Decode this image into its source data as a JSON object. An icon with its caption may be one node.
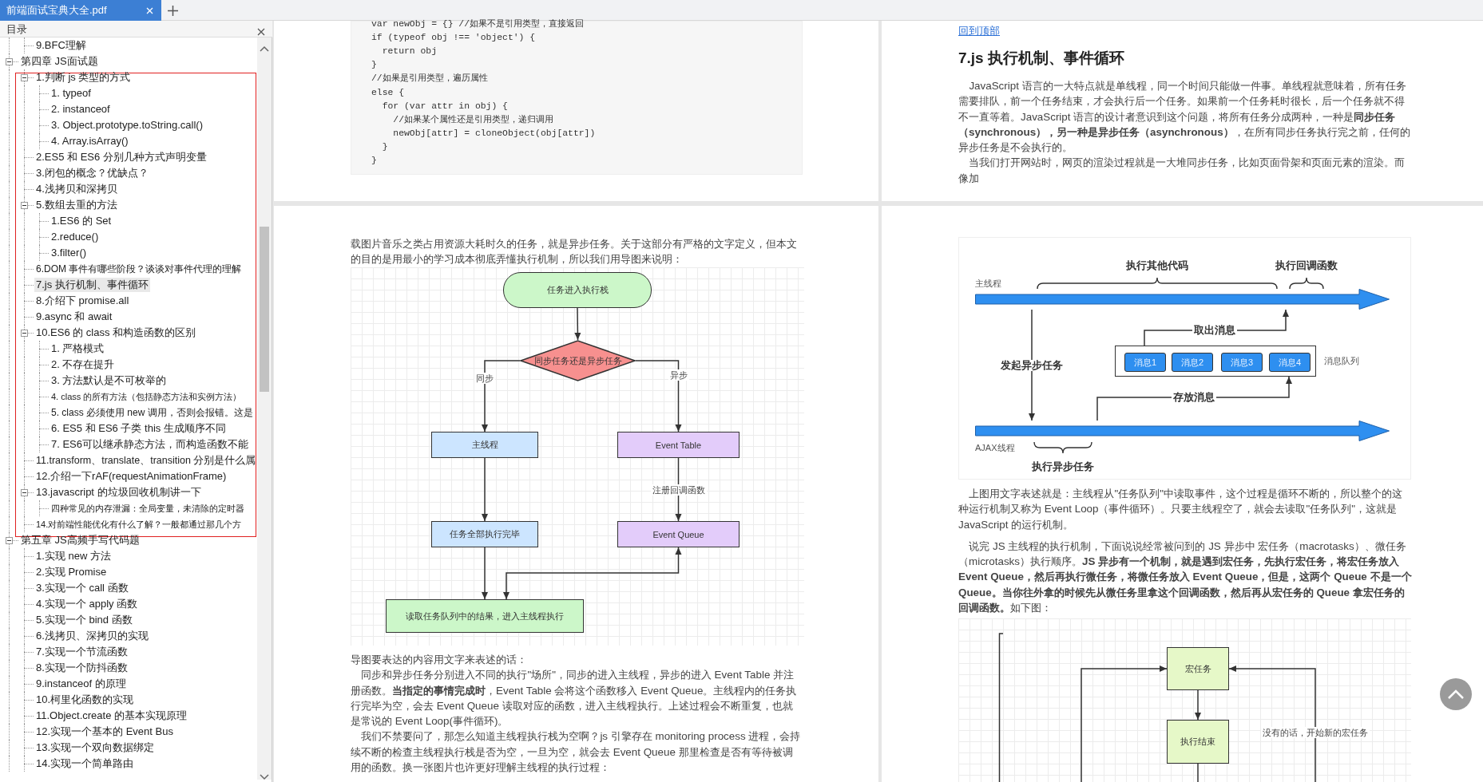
{
  "diagram": {
    "nodes": [
      {
        "text": [
          "任务进入执行栈"
        ]
      },
      {
        "text": [
          "同步任务还是异步任务"
        ]
      },
      {
        "text": [
          "主线程"
        ]
      },
      {
        "text": [
          "Event Table"
        ]
      },
      {
        "text": [
          "任务全部执行完毕"
        ]
      },
      {
        "text": [
          "Event Queue"
        ]
      },
      {
        "text": [
          "读取任务队列中的结果，进入主线程执行"
        ]
      },
      {
        "text": [],
        "shape": "arrow",
        "beside": [
          "主线程"
        ]
      },
      {
        "text": [],
        "shape": "arrow",
        "beside": [
          "AJAX线程"
        ]
      },
      {
        "text": [],
        "shape": "box",
        "beside": [
          "消息队列"
        ]
      },
      {
        "text": [
          "消息1"
        ],
        "in": 9
      },
      {
        "text": [
          "消息2"
        ],
        "in": 9
      },
      {
        "text": [
          "消息3"
        ],
        "in": 9
      },
      {
        "text": [
          "消息4"
        ],
        "in": 9
      },
      {
        "text": [
          "宏任务"
        ]
      },
      {
        "text": [
          "执行结束"
        ]
      }
    ],
    "edges": [
      {
        "from": 0,
        "to": 1,
        "arrow": "to"
      },
      {
        "from": 1,
        "to": 2,
        "arrow": "to",
        "label": "同步"
      },
      {
        "from": 1,
        "to": 3,
        "arrow": "to",
        "label": "异步"
      },
      {
        "from": 2,
        "to": 4,
        "arrow": "to"
      },
      {
        "from": 3,
        "to": 5,
        "arrow": "to",
        "label": "注册回调函数"
      },
      {
        "from": 4,
        "to": 6,
        "arrow": "to"
      },
      {
        "from": 5,
        "to": 6,
        "arrow": "both"
      },
      {
        "from": 7,
        "to": 8,
        "arrow": "to",
        "label": "发起异步任务"
      },
      {
        "from": 8,
        "to": 9,
        "arrow": "to",
        "label": "存放消息"
      },
      {
        "from": 10,
        "to": 7,
        "arrow": "to",
        "label": "取出消息"
      },
      {
        "from": null,
        "to": 14,
        "arrow": "to"
      },
      {
        "from": null,
        "to": 14,
        "arrow": "to",
        "label": "没有的话，开始新的宏任务"
      },
      {
        "from": 14,
        "to": 15,
        "arrow": "to"
      },
      {
        "from": 15,
        "to": null,
        "arrow": "none"
      }
    ],
    "labels": [
      "前端面试宝典大全.pdf",
      "目录",
      "9.BFC理解",
      "第四章 JS面试题",
      "1.判断 js 类型的方式",
      "1. typeof",
      "2. instanceof",
      "3. Object.prototype.toString.call()",
      "4. Array.isArray()",
      "2.ES5 和 ES6 分别几种方式声明变量",
      "3.闭包的概念？优缺点？",
      "4.浅拷贝和深拷贝",
      "5.数组去重的方法",
      "1.ES6 的 Set",
      "2.reduce()",
      "3.filter()",
      "6.DOM 事件有哪些阶段？谈谈对事件代理的理解",
      "7.js 执行机制、事件循环",
      "8.介绍下 promise.all",
      "9.async 和 await",
      "10.ES6 的 class 和构造函数的区别",
      "1. 严格模式",
      "2. 不存在提升",
      "3. 方法默认是不可枚举的",
      "4. class 的所有方法（包括静态方法和实例方法）",
      "5. class 必须使用 new 调用，否则会报错。这是",
      "6. ES5 和 ES6 子类 this 生成顺序不同",
      "7. ES6可以继承静态方法，而构造函数不能",
      "11.transform、translate、transition 分别是什么属",
      "12.介绍一下rAF(requestAnimationFrame)",
      "13.javascript 的垃圾回收机制讲一下",
      "四种常见的内存泄漏：全局变量，未清除的定时器",
      "14.对前端性能优化有什么了解？一般都通过那几个方",
      "第五章 JS高频手写代码题",
      "1.实现 new 方法",
      "2.实现 Promise",
      "3.实现一个 call 函数",
      "4.实现一个 apply 函数",
      "5.实现一个 bind 函数",
      "6.浅拷贝、深拷贝的实现",
      "7.实现一个节流函数",
      "8.实现一个防抖函数",
      "9.instanceof 的原理",
      "10.柯里化函数的实现",
      "11.Object.create 的基本实现原理",
      "12.实现一个基本的 Event Bus",
      "13.实现一个双向数据绑定",
      "14.实现一个简单路由",
      "var newObj = {} //如果不是引用类型，直接返回",
      "if (typeof obj !== 'object') {",
      "return obj",
      "}",
      "//如果是引用类型，遍历属性",
      "else {",
      "for (var attr in obj) {",
      "//如果某个属性还是引用类型，递归调用",
      "newObj[attr] = cloneObject(obj[attr])",
      "}",
      "}",
      "载图片音乐之类占用资源大耗时久的任务，就是异步任务。关于这部分有严格的文字定义，但本文的目的是用最小的学习成本彻底弄懂执行机制，所以我们用导图来说明：",
      "导图要表达的内容用文字来表述的话：",
      "同步和异步任务分别进入不同的执行\"场所\"，同步的进入主线程，异步的进入 Event Table 并注册函数。**当指定的事情完成时**，Event Table 会将这个函数移入 Event Queue。主线程内的任务执行完毕为空，会去 Event Queue 读取对应的函数，进入主线程执行。上述过程会不断重复，也就是常说的 Event Loop(事件循环)。",
      "我们不禁要问了，那怎么知道主线程执行栈为空啊？js 引擎存在 monitoring process 进程，会持续不断的检查主线程执行栈是否为空，一旦为空，就会去 Event Queue 那里检查是否有等待被调用的函数。换一张图片也许更好理解主线程的执行过程：",
      "回到顶部",
      "7.js 执行机制、事件循环",
      "JavaScript 语言的一大特点就是单线程，同一个时间只能做一件事。单线程就意味着，所有任务需要排队，前一个任务结束，才会执行后一个任务。如果前一个任务耗时很长，后一个任务就不得不一直等着。JavaScript 语言的设计者意识到这个问题，将所有任务分成两种，一种是**同步任务（synchronous），另一种是异步任务（asynchronous）**，在所有同步任务执行完之前，任何的异步任务是不会执行的。",
      "当我们打开网站时，网页的渲染过程就是一大堆同步任务，比如页面骨架和页面元素的渲染。而像加",
      "执行其他代码",
      "执行回调函数",
      "执行异步任务",
      "上图用文字表述就是：主线程从\"任务队列\"中读取事件，这个过程是循环不断的，所以整个的这种运行机制又称为 Event Loop（事件循环）。只要主线程空了，就会去读取\"任务队列\"，这就是 JavaScript 的运行机制。",
      "说完 JS 主线程的执行机制，下面说说经常被问到的 JS 异步中 宏任务（macrotasks）、微任务（microtasks）执行顺序。**JS 异步有一个机制，就是遇到宏任务，先执行宏任务，将宏任务放入 Event Queue，然后再执行微任务，将微任务放入 Event Queue，但是，这两个 Queue 不是一个 Queue。当你往外拿的时候先从微任务里拿这个回调函数，然后再从宏任务的 Queue 拿宏任务的回调函数。**如下图："
    ]
  }
}
